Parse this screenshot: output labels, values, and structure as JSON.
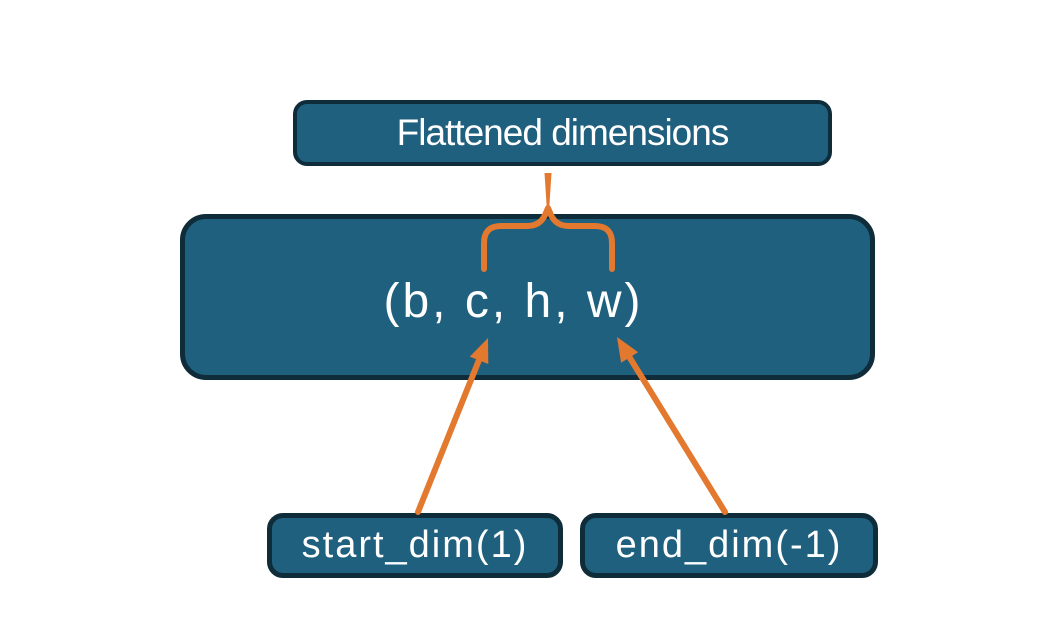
{
  "nodes": {
    "flattened": {
      "label": "Flattened dimensions"
    },
    "tensor": {
      "label": "(b, c, h, w)"
    },
    "start_dim": {
      "label": "start_dim(1)"
    },
    "end_dim": {
      "label": "end_dim(-1)"
    }
  },
  "shapes": {
    "stem": "brace-stem-connector",
    "brace": "flatten-range-brace",
    "start_arrow": "start-dim-arrow-up-right",
    "end_arrow": "end-dim-arrow-up-left"
  },
  "colors": {
    "node_fill": "#20607F",
    "node_border": "#0E2C3A",
    "connector_orange": "#E2792F",
    "text": "#FFFFFF",
    "background": "#FFFFFF"
  }
}
